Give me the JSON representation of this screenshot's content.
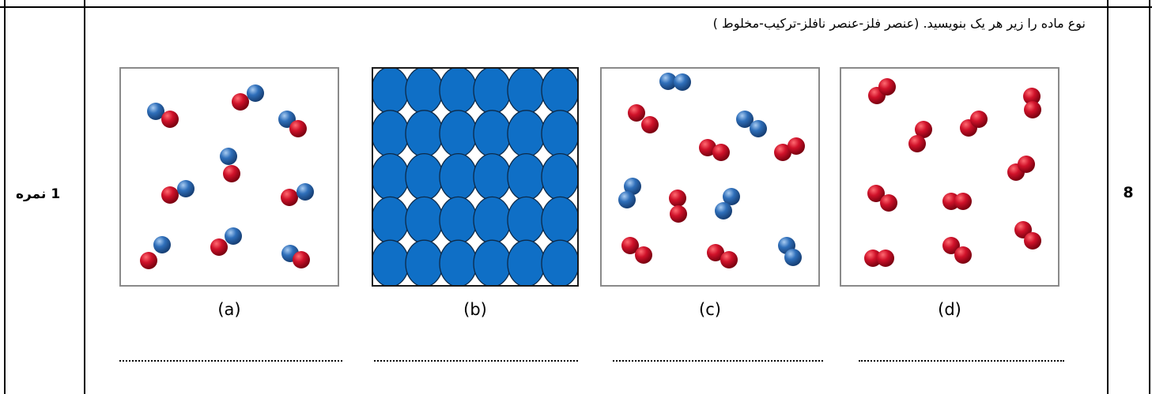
{
  "question": {
    "number": "8",
    "score": "1 نمره",
    "text": "نوع ماده را زیر هر یک بنویسید. (عنصر فلز-عنصر نافلز-ترکیب-مخلوط )"
  },
  "panels": [
    {
      "label": "(a)",
      "icon": "blue-red-diatomic-molecules"
    },
    {
      "label": "(b)",
      "icon": "blue-atom-lattice"
    },
    {
      "label": "(c)",
      "icon": "mixed-blue-and-red-diatomic-molecules"
    },
    {
      "label": "(d)",
      "icon": "red-diatomic-molecules"
    }
  ],
  "colors": {
    "red_atom": "#d0122a",
    "blue_atom": "#2f6fba",
    "lattice_blue": "#0f6fc6"
  }
}
